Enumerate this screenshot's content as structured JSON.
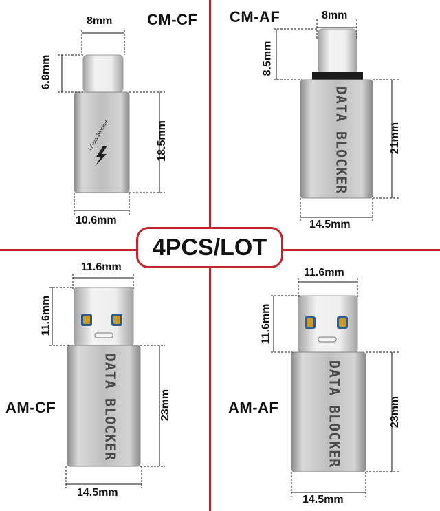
{
  "badge": "4PCS/LOT",
  "products": [
    {
      "code": "CM-CF",
      "dims": {
        "top": "8mm",
        "left": "6.8mm",
        "right": "18.5mm",
        "bottom": "10.6mm"
      },
      "logo_text": "i Data Blocker"
    },
    {
      "code": "CM-AF",
      "dims": {
        "top": "8mm",
        "left": "8.5mm",
        "right": "21mm",
        "bottom": "14.5mm"
      },
      "body_text": "DATA BLOCKER"
    },
    {
      "code": "AM-CF",
      "dims": {
        "top": "11.6mm",
        "left": "11.6mm",
        "right": "23mm",
        "bottom": "14.5mm"
      },
      "body_text": "DATA BLOCKER"
    },
    {
      "code": "AM-AF",
      "dims": {
        "top": "11.6mm",
        "left": "11.6mm",
        "right": "23mm",
        "bottom": "14.5mm"
      },
      "body_text": "DATA BLOCKER"
    }
  ],
  "colors": {
    "divider": "#c0262d",
    "metal": "#b9b9b9",
    "usb_blue": "#2f5c8c",
    "usb_gold": "#c99a2e"
  }
}
